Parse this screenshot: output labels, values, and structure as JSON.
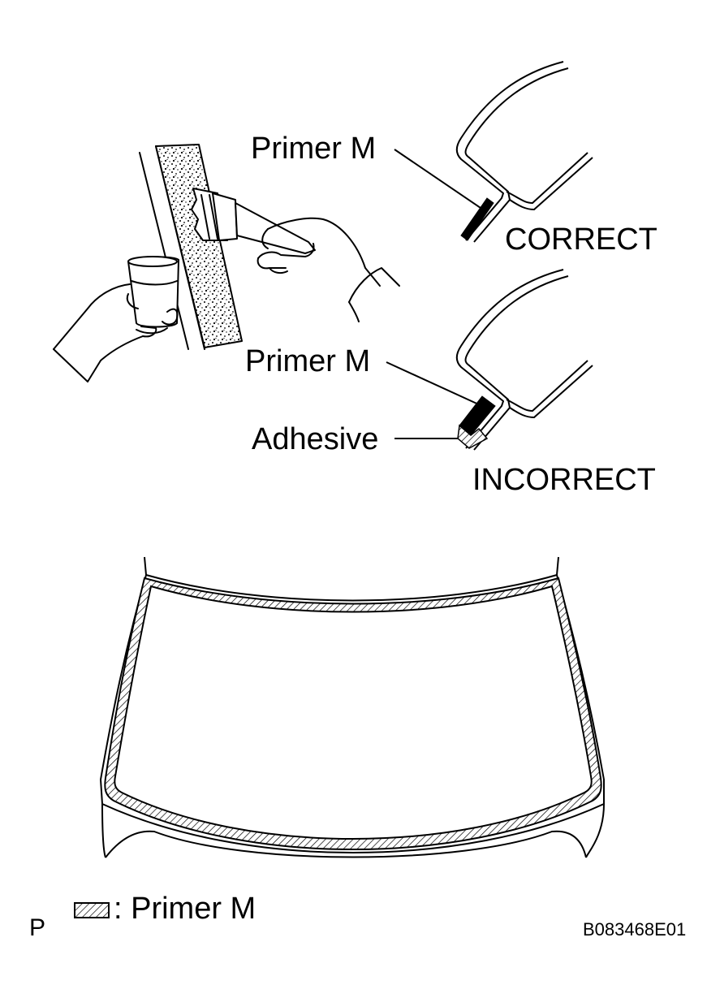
{
  "labels": {
    "primer_top": "Primer M",
    "correct": "CORRECT",
    "primer_mid": "Primer M",
    "adhesive": "Adhesive",
    "incorrect": "INCORRECT",
    "legend_text": ": Primer M",
    "corner_letter": "P",
    "figure_code": "B083468E01"
  },
  "colors": {
    "ink": "#000000",
    "paper": "#ffffff"
  }
}
